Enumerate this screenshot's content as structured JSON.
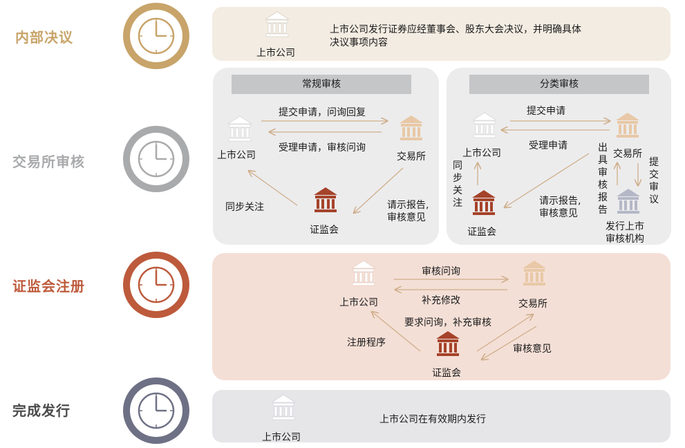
{
  "colors": {
    "stage1": "#c8a46a",
    "stage2": "#a9aaac",
    "stage3": "#bd5a3c",
    "stage4": "#6e7185",
    "panel1": "#f3ece2",
    "panel2": "#ececed",
    "panel3": "#f4dfd6",
    "panel4": "#e6e6e9",
    "bank_light": "#e8c8a6",
    "bank_dark": "#a5432a",
    "bank_grey": "#b4b7c6",
    "arrow": "#cfae8a"
  },
  "icons": {
    "clock": "clock-icon",
    "institution": "bank-building-icon"
  },
  "stages": [
    {
      "label": "内部决议"
    },
    {
      "label": "交易所审核"
    },
    {
      "label": "证监会注册"
    },
    {
      "label": "完成发行"
    }
  ],
  "internal": {
    "company": "上市公司",
    "text_line1": "上市公司发行证券应经董事会、股东大会决议，并明确具体",
    "text_line2": "决议事项内容"
  },
  "exchange_review": {
    "regular": {
      "header": "常规审核",
      "company": "上市公司",
      "exchange": "交易所",
      "csrc": "证监会",
      "submit": "提交申请，问询回复",
      "accept": "受理申请，审核问询",
      "sync": "同步关注",
      "report": [
        "请示报告,",
        "审核意见"
      ]
    },
    "classified": {
      "header": "分类审核",
      "company": "上市公司",
      "exchange": "交易所",
      "csrc": "证监会",
      "submit": "提交申请",
      "accept": "受理申请",
      "sync": "同步关注",
      "report": [
        "请示报告,",
        "审核意见"
      ],
      "issue_report": "出具审核报告",
      "submit_review": "提交审议",
      "committee": [
        "发行上市",
        "审核机构"
      ]
    }
  },
  "registration": {
    "company": "上市公司",
    "exchange": "交易所",
    "csrc": "证监会",
    "inquiry": "审核问询",
    "supplement": "补充修改",
    "request": "要求问询，补充审核",
    "procedure": "注册程序",
    "opinion": "审核意见"
  },
  "issuance": {
    "company": "上市公司",
    "text": "上市公司在有效期内发行"
  }
}
